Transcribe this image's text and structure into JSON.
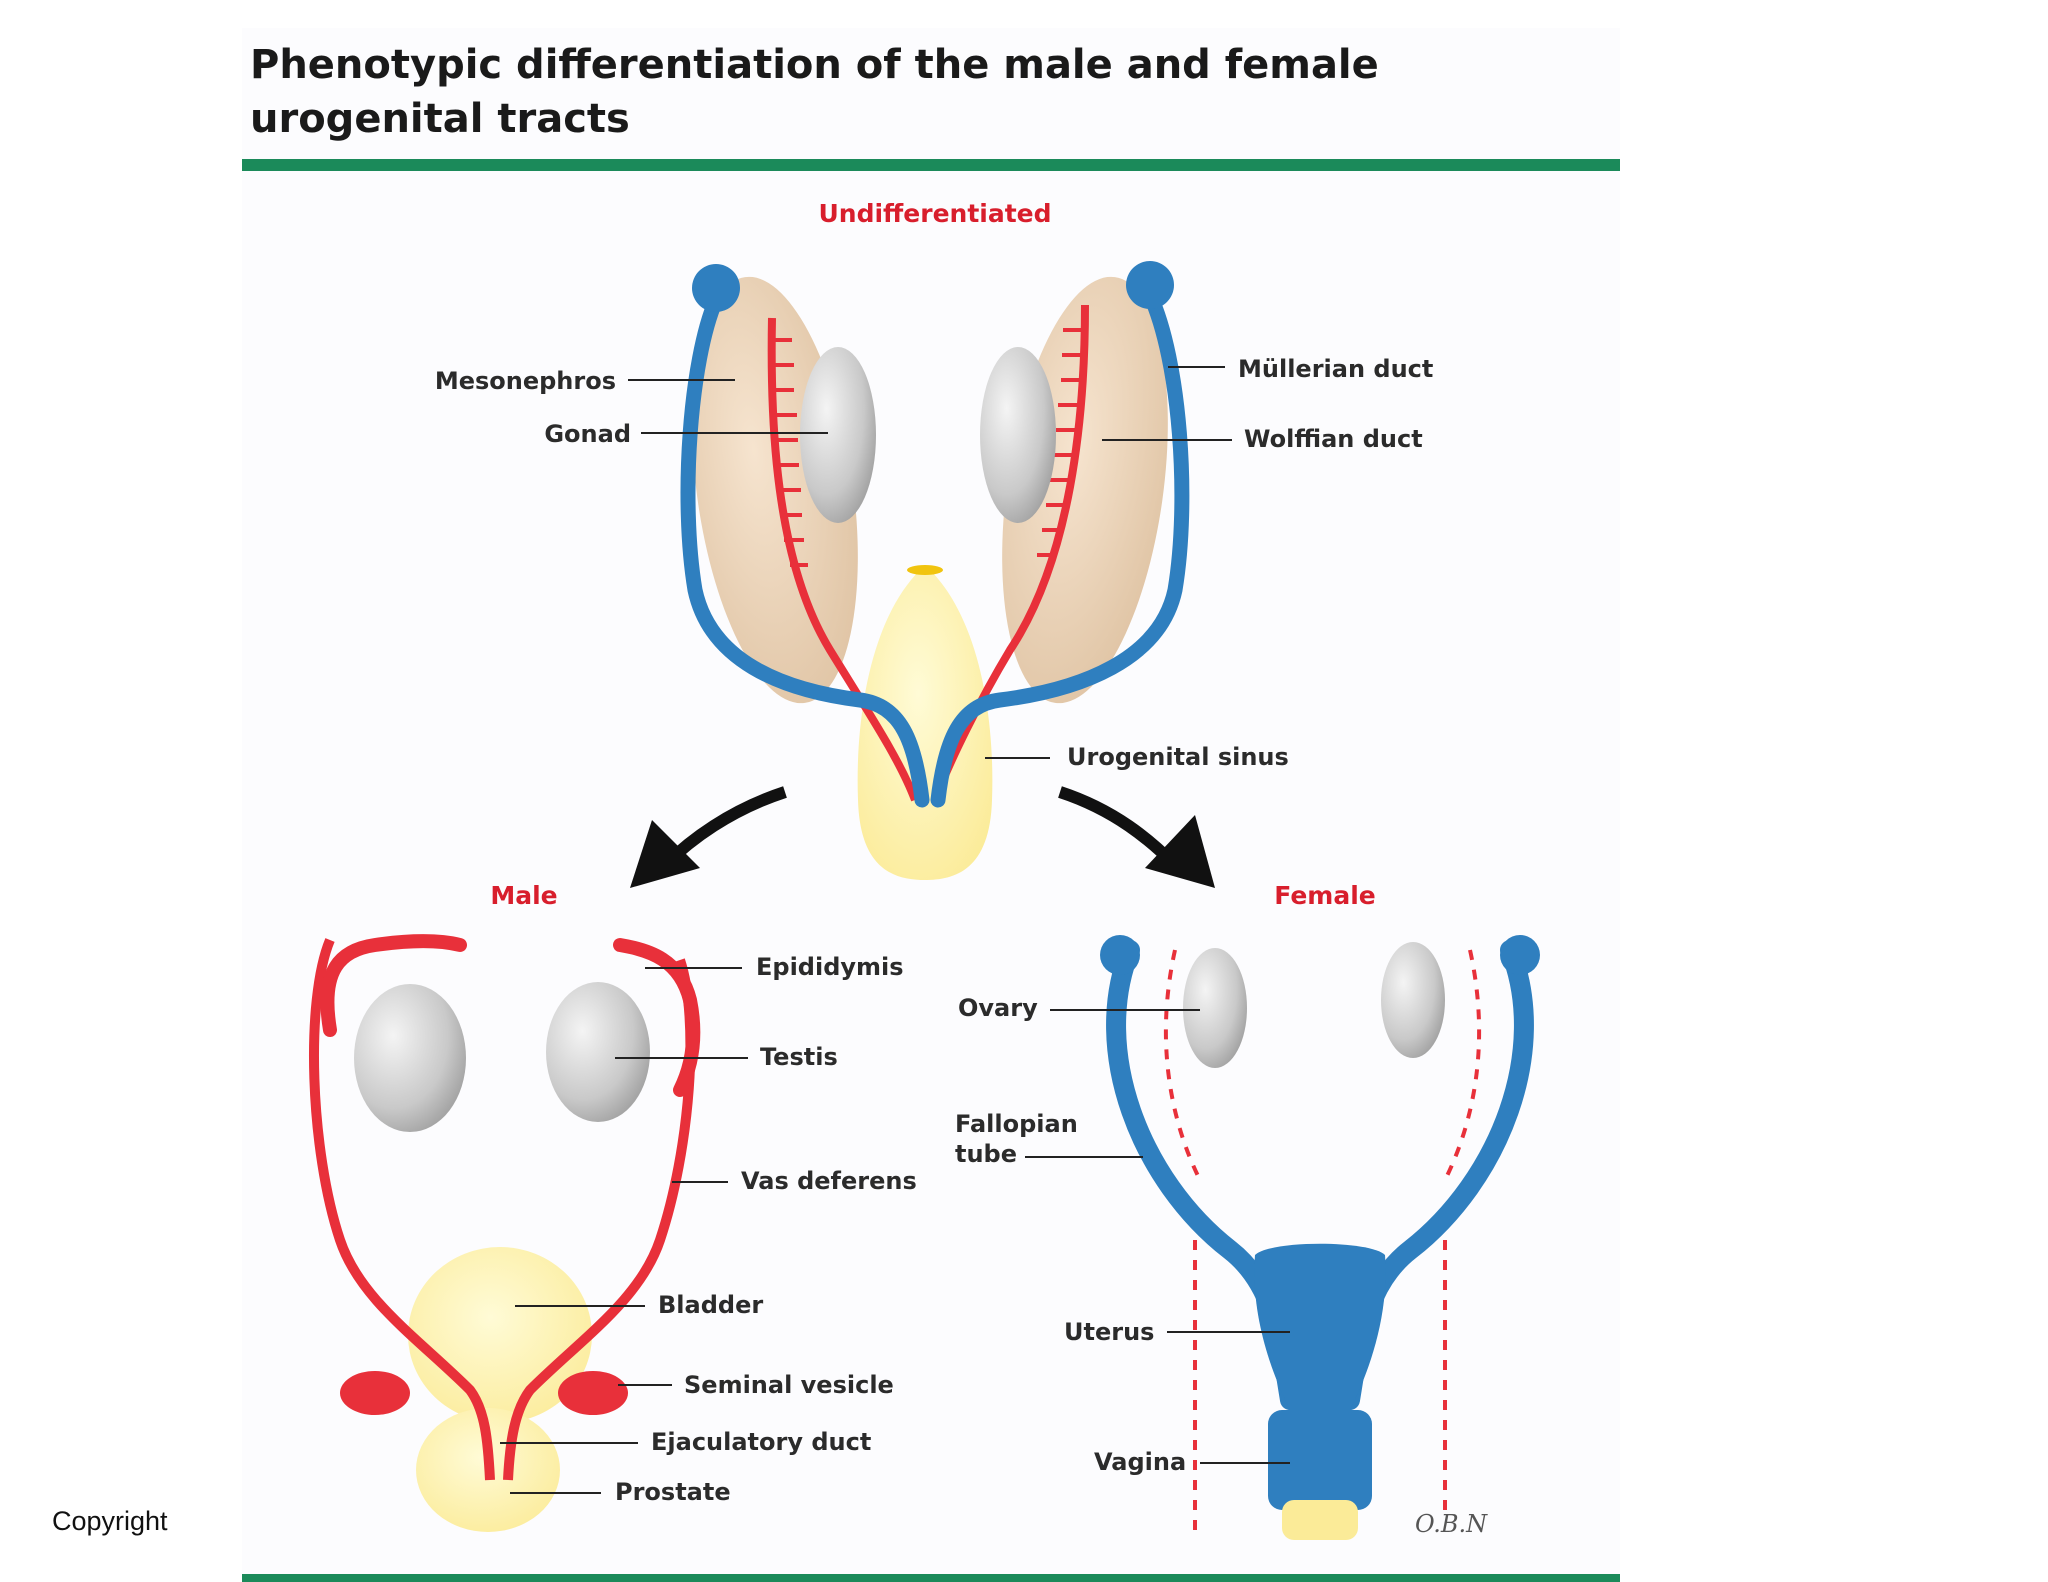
{
  "title": "Phenotypic differentiation of the male and female urogenital tracts",
  "copyright": "Copyright",
  "signature": "O.B.N",
  "colors": {
    "accent_rule": "#1b8a5a",
    "section_label": "#d81e2c",
    "mullerian_duct": "#2f7fbf",
    "wolffian_duct": "#e8303a",
    "mesonephros": "#f0d7bd",
    "gonad": "#d6d6d6",
    "sinus": "#fff2a8"
  },
  "sections": {
    "undifferentiated": "Undifferentiated",
    "male": "Male",
    "female": "Female"
  },
  "labels": {
    "undifferentiated": {
      "mesonephros": "Mesonephros",
      "gonad": "Gonad",
      "mullerian_duct": "Müllerian duct",
      "wolffian_duct": "Wolffian duct",
      "urogenital_sinus": "Urogenital sinus"
    },
    "male": {
      "epididymis": "Epididymis",
      "testis": "Testis",
      "vas_deferens": "Vas deferens",
      "bladder": "Bladder",
      "seminal_vesicle": "Seminal vesicle",
      "ejaculatory_duct": "Ejaculatory duct",
      "prostate": "Prostate"
    },
    "female": {
      "ovary": "Ovary",
      "fallopian_tube_line1": "Fallopian",
      "fallopian_tube_line2": "tube",
      "uterus": "Uterus",
      "vagina": "Vagina"
    }
  },
  "arrows": [
    "arrow-to-male",
    "arrow-to-female"
  ]
}
